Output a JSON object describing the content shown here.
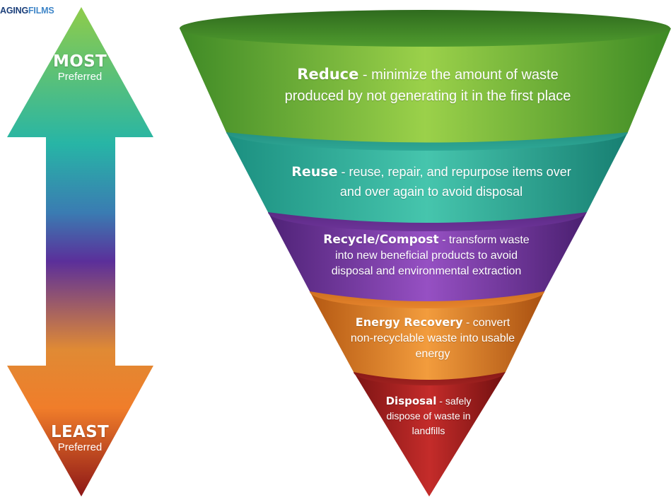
{
  "brand": {
    "part1": "AGING",
    "part2": "FILMS"
  },
  "arrow": {
    "top_label": "MOST",
    "top_sub": "Preferred",
    "bottom_label": "LEAST",
    "bottom_sub": "Preferred"
  },
  "tiers": [
    {
      "name": "Reduce",
      "desc": " - minimize the amount of waste produced by not generating it in the first place",
      "color": "#6fb83a"
    },
    {
      "name": "Reuse",
      "desc": " - reuse, repair, and repurpose items over and over again to avoid disposal",
      "color": "#2bb39a"
    },
    {
      "name": "Recycle/Compost",
      "desc": " - transform waste into new beneficial products to avoid disposal and environmental extraction",
      "color": "#7a3fa6"
    },
    {
      "name": "Energy Recovery",
      "desc": " - convert non-recyclable waste into usable energy",
      "color": "#e0781e"
    },
    {
      "name": "Disposal",
      "desc": " - safely dispose of waste in landfills",
      "color": "#a51f1f"
    }
  ]
}
